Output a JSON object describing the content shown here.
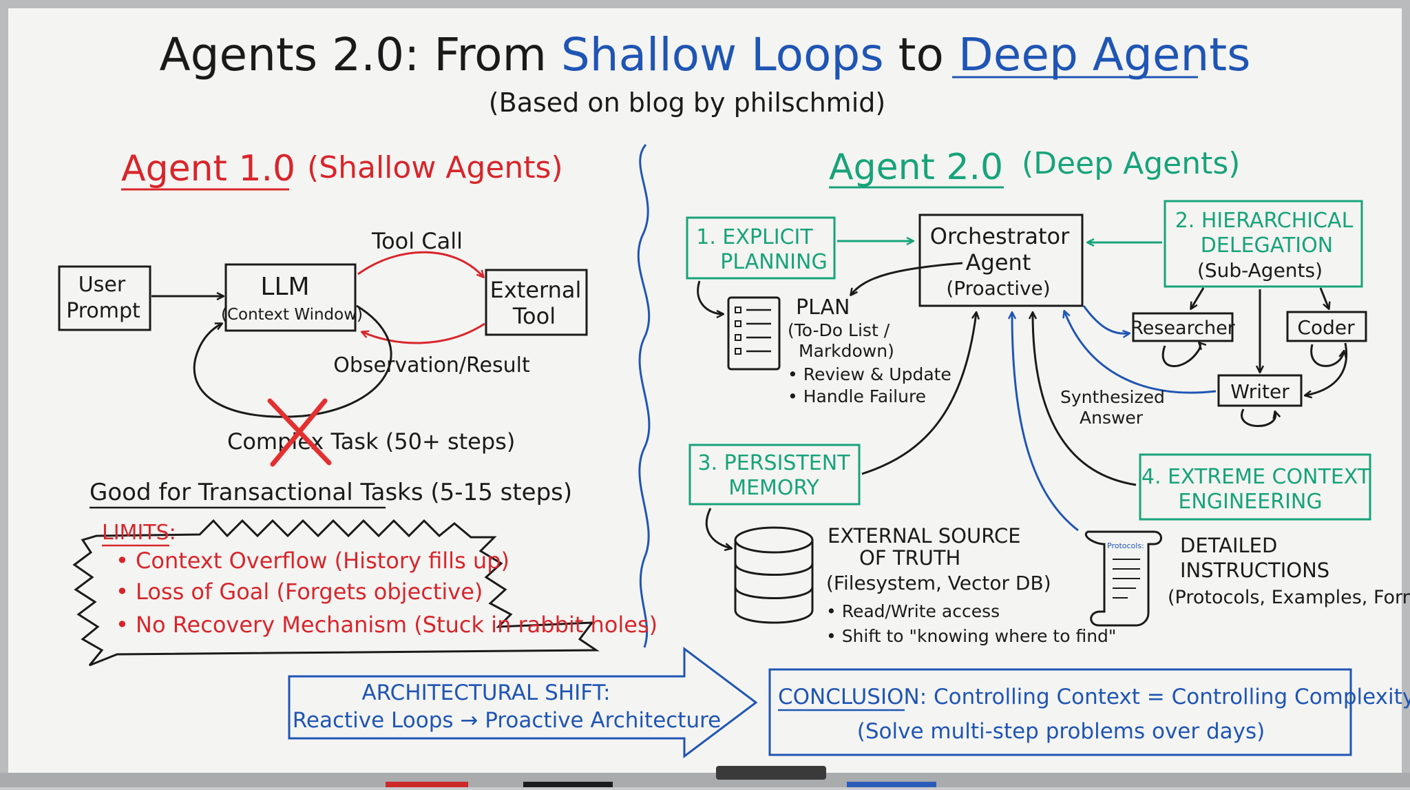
{
  "title": {
    "part1": "Agents 2.0: From ",
    "shallow": "Shallow Loops",
    "to": " to ",
    "deep": "Deep Agents",
    "subtitle": "(Based on blog by philschmid)"
  },
  "left": {
    "heading": "Agent 1.0",
    "heading_sub": "(Shallow Agents)",
    "user_prompt": [
      "User",
      "Prompt"
    ],
    "llm": "LLM",
    "llm_sub": "(Context Window)",
    "external_tool": [
      "External",
      "Tool"
    ],
    "tool_call": "Tool Call",
    "observation": "Observation/Result",
    "complex_task": "Complex Task (50+ steps)",
    "good_for": "Good for Transactional Tasks (5-15 steps)",
    "limits_label": "LIMITS:",
    "limits": [
      "• Context Overflow (History fills up)",
      "• Loss of Goal (Forgets objective)",
      "• No Recovery Mechanism (Stuck in rabbit holes)"
    ]
  },
  "right": {
    "heading": "Agent 2.0",
    "heading_sub": "(Deep Agents)",
    "orchestrator": [
      "Orchestrator",
      "Agent",
      "(Proactive)"
    ],
    "pillar1": [
      "1. EXPLICIT",
      "PLANNING"
    ],
    "pillar2": [
      "2. HIERARCHICAL",
      "DELEGATION",
      "(Sub-Agents)"
    ],
    "pillar3": [
      "3. PERSISTENT",
      "MEMORY"
    ],
    "pillar4": [
      "4. EXTREME CONTEXT",
      "ENGINEERING"
    ],
    "plan": [
      "PLAN",
      "(To-Do List /",
      "Markdown)",
      "• Review & Update",
      "• Handle Failure"
    ],
    "researcher": "Researcher",
    "coder": "Coder",
    "writer": "Writer",
    "synthesized": [
      "Synthesized",
      "Answer"
    ],
    "external_source": [
      "EXTERNAL SOURCE",
      "OF TRUTH",
      "(Filesystem, Vector DB)",
      "• Read/Write access",
      "• Shift to \"knowing where to find\""
    ],
    "scroll_label": "Protocols:",
    "detailed": [
      "DETAILED",
      "INSTRUCTIONS",
      "(Protocols, Examples, Formats)"
    ]
  },
  "bottom": {
    "shift": [
      "ARCHITECTURAL SHIFT:",
      "Reactive Loops → Proactive Architecture"
    ],
    "conclusion_label": "CONCLUSION:",
    "conclusion_text": " Controlling Context = Controlling Complexity",
    "conclusion_sub": "(Solve multi-step problems over days)"
  },
  "colors": {
    "black": "#1a1a1a",
    "red": "#d8252b",
    "blue": "#1f55b4",
    "teal": "#17a37a",
    "board": "#f4f4f2"
  }
}
